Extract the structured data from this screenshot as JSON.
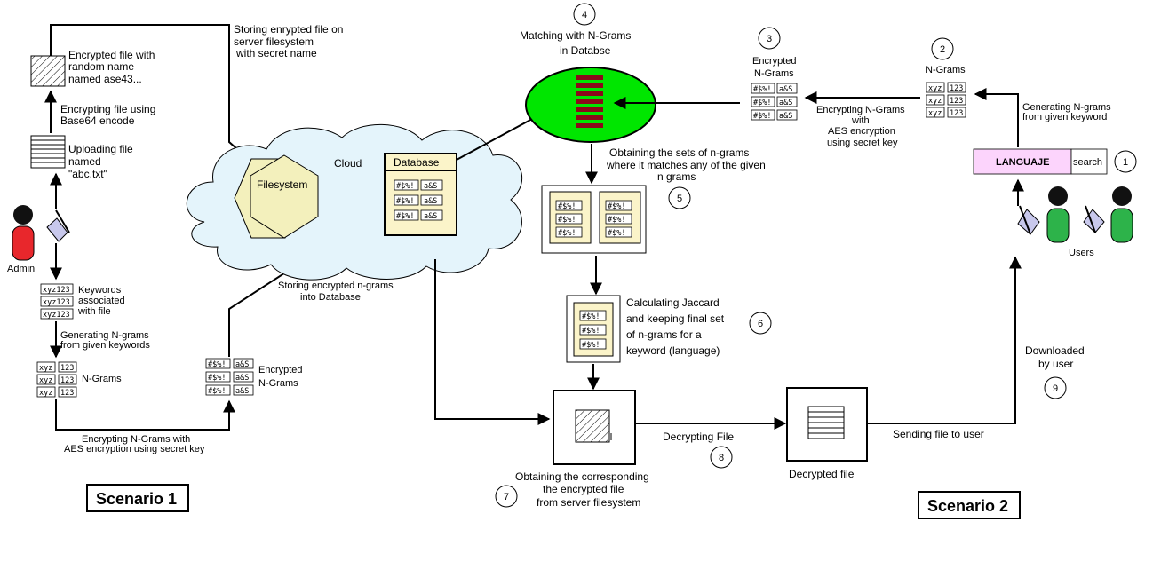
{
  "scenario1": {
    "label": "Scenario 1",
    "admin_label": "Admin",
    "encrypted_file": [
      "Encrypted file with",
      "random name",
      "named ase43..."
    ],
    "storing_file": [
      "Storing enrypted file on",
      "server filesystem",
      "with secret name"
    ],
    "encrypting_b64": [
      "Encrypting  file  using",
      "Base64 encode"
    ],
    "uploading": [
      "Uploading file",
      "named",
      "\"abc.txt\""
    ],
    "keywords": [
      "Keywords",
      "associated",
      "with file"
    ],
    "keyword_cell": "xyz123",
    "gen_ngrams": [
      "Generating N-grams",
      "from given keywords"
    ],
    "ngrams_label": "N-Grams",
    "ngram_a": "xyz",
    "ngram_b": "123",
    "enc_ngrams_label": [
      "Encrypted",
      "N-Grams"
    ],
    "enc_a": "#$%!",
    "enc_b": "a&S",
    "encrypting_aes": [
      "Encrypting N-Grams with",
      "AES encryption using secret key"
    ],
    "storing_ngrams": [
      "Storing encrypted n-grams",
      "into Database"
    ]
  },
  "cloud": {
    "label": "Cloud",
    "filesystem": "Filesystem",
    "database": "Database",
    "cell_a": "#$%!",
    "cell_b": "a&S"
  },
  "scenario2": {
    "label": "Scenario 2",
    "users_label": "Users",
    "search_value": "LANGUAJE",
    "search_button": "search",
    "steps": {
      "s1": "1",
      "s2": "2",
      "s3": "3",
      "s4": "4",
      "s5": "5",
      "s6": "6",
      "s7": "7",
      "s8": "8",
      "s9": "9"
    },
    "gen_ngrams": [
      "Generating N-grams",
      "from given keyword"
    ],
    "ngrams_label": "N-Grams",
    "ngram_a": "xyz",
    "ngram_b": "123",
    "enc_ngrams_label": [
      "Encrypted",
      "N-Grams"
    ],
    "enc_a": "#$%!",
    "enc_b": "a&S",
    "encrypting_aes": [
      "Encrypting N-Grams",
      "with",
      "AES encryption",
      "using secret key"
    ],
    "matching": [
      "Matching with N-Grams",
      "in Databse"
    ],
    "obtaining_sets": [
      "Obtaining the sets of n-grams",
      "where it matches any of the given",
      "n grams"
    ],
    "jaccard": [
      "Calculating Jaccard",
      "and keeping final set",
      "of n-grams for a",
      "keyword (language)"
    ],
    "obtaining_file": [
      "Obtaining the corresponding",
      "the encrypted file",
      "from server filesystem"
    ],
    "decrypting": "Decrypting  File",
    "decrypted_file": "Decrypted file",
    "sending": "Sending file to user",
    "downloaded": [
      "Downloaded",
      "by user"
    ]
  },
  "colors": {
    "cloud_fill": "#e4f4fb",
    "hexagon_fill": "#f3f0bc",
    "database_fill": "#fbf4c9",
    "ngram_cell_fill": "#fbf4c9",
    "match_ellipse": "#00e600",
    "match_bars": "#8b0a1a",
    "search_fill": "#fcd4fc",
    "admin_body": "#e8272c",
    "user_body": "#2db34a"
  }
}
